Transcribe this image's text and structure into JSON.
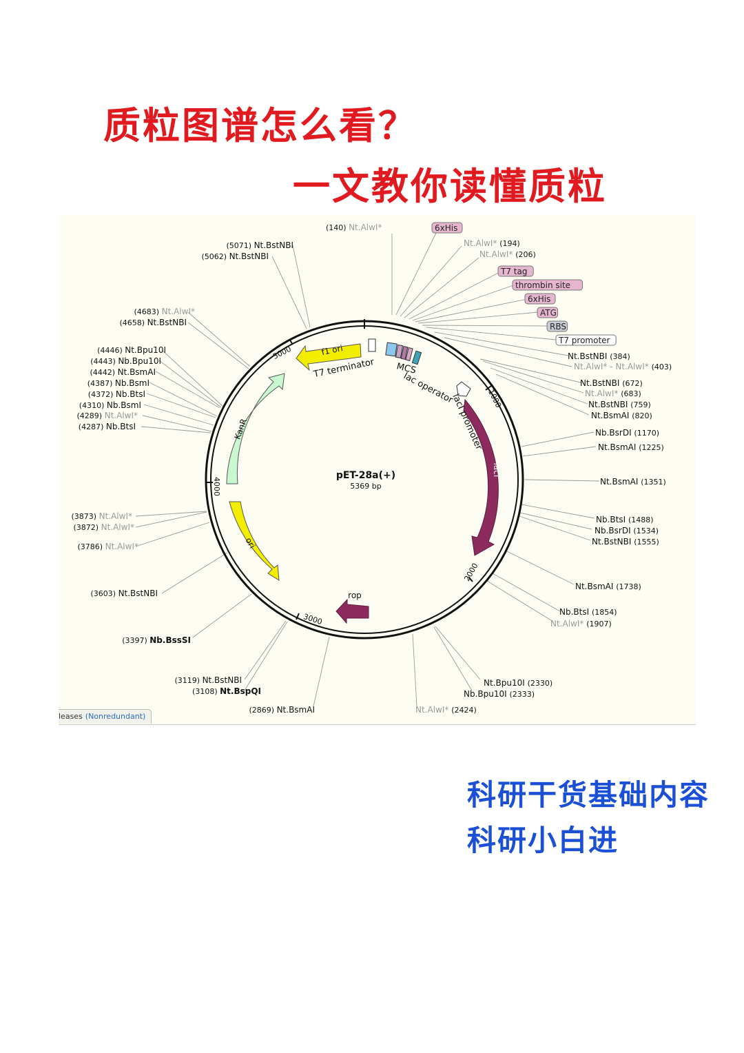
{
  "header": {
    "title": "质粒图谱怎么看？",
    "subtitle": "一文教你读懂质粒"
  },
  "footer": {
    "line1": "科研干货基础内容",
    "line2": "科研小白进"
  },
  "map": {
    "name": "pEt-28a(+)",
    "size_label": "5369 bp",
    "tab_prefix": "leases",
    "tab_link": "(Nonredundant)",
    "ticks": [
      "1000",
      "2000",
      "3000",
      "4000",
      "5000"
    ],
    "features": [
      {
        "label": "f1 ori",
        "color": "#f3ee00"
      },
      {
        "label": "KanR",
        "color": "#c9f7cf"
      },
      {
        "label": "ori",
        "color": "#f3ee00"
      },
      {
        "label": "lacI",
        "color": "#8e2b5e"
      },
      {
        "label": "rop",
        "color": "#8e2b5e"
      },
      {
        "label": "T7 terminator"
      },
      {
        "label": "MCS"
      },
      {
        "label": "lac operator"
      },
      {
        "label": "lacI promoter"
      }
    ],
    "sites": [
      {
        "name": "6xHis",
        "box": "pink"
      },
      {
        "name": "T7 tag",
        "box": "pink"
      },
      {
        "name": "thrombin site",
        "box": "pink"
      },
      {
        "name": "6xHis",
        "box": "pink"
      },
      {
        "name": "ATG",
        "box": "pink"
      },
      {
        "name": "RBS",
        "box": "gray"
      },
      {
        "name": "T7 promoter",
        "box": "white"
      },
      {
        "pos": "(140)",
        "name": "Nt.AlwI*",
        "muted": true
      },
      {
        "pos": "(194)",
        "name": "Nt.AlwI*",
        "muted": true
      },
      {
        "pos": "(206)",
        "name": "Nt.AlwI*",
        "muted": true
      },
      {
        "pos": "(384)",
        "name": "Nt.BstNBI"
      },
      {
        "pos": "(403)",
        "name": "Nt.AlwI* - Nt.AlwI*",
        "muted": true
      },
      {
        "pos": "(672)",
        "name": "Nt.BstNBI"
      },
      {
        "pos": "(683)",
        "name": "Nt.AlwI*",
        "muted": true
      },
      {
        "pos": "(759)",
        "name": "Nt.BstNBI"
      },
      {
        "pos": "(820)",
        "name": "Nt.BsmAI"
      },
      {
        "pos": "(1170)",
        "name": "Nb.BsrDI"
      },
      {
        "pos": "(1225)",
        "name": "Nt.BsmAI"
      },
      {
        "pos": "(1351)",
        "name": "Nt.BsmAI"
      },
      {
        "pos": "(1488)",
        "name": "Nb.BtsI"
      },
      {
        "pos": "(1534)",
        "name": "Nb.BsrDI"
      },
      {
        "pos": "(1555)",
        "name": "Nt.BstNBI"
      },
      {
        "pos": "(1738)",
        "name": "Nt.BsmAI"
      },
      {
        "pos": "(1854)",
        "name": "Nb.BtsI"
      },
      {
        "pos": "(1907)",
        "name": "Nt.AlwI*",
        "muted": true
      },
      {
        "pos": "(2330)",
        "name": "Nt.Bpu10I"
      },
      {
        "pos": "(2333)",
        "name": "Nb.Bpu10I"
      },
      {
        "pos": "(2424)",
        "name": "Nt.AlwI*",
        "muted": true
      },
      {
        "pos": "(2869)",
        "name": "Nt.BsmAI"
      },
      {
        "pos": "(3108)",
        "name": "Nt.BspQI",
        "bold": true
      },
      {
        "pos": "(3119)",
        "name": "Nt.BstNBI"
      },
      {
        "pos": "(3397)",
        "name": "Nb.BssSI",
        "bold": true
      },
      {
        "pos": "(3603)",
        "name": "Nt.BstNBI"
      },
      {
        "pos": "(3786)",
        "name": "Nt.AlwI*",
        "muted": true
      },
      {
        "pos": "(3872)",
        "name": "Nt.AlwI*",
        "muted": true
      },
      {
        "pos": "(3873)",
        "name": "Nt.AlwI*",
        "muted": true
      },
      {
        "pos": "(4287)",
        "name": "Nb.BtsI"
      },
      {
        "pos": "(4289)",
        "name": "Nt.AlwI*",
        "muted": true
      },
      {
        "pos": "(4310)",
        "name": "Nb.BsmI"
      },
      {
        "pos": "(4372)",
        "name": "Nb.BtsI"
      },
      {
        "pos": "(4387)",
        "name": "Nb.BsmI"
      },
      {
        "pos": "(4442)",
        "name": "Nt.BsmAI"
      },
      {
        "pos": "(4443)",
        "name": "Nb.Bpu10I"
      },
      {
        "pos": "(4446)",
        "name": "Nt.Bpu10I"
      },
      {
        "pos": "(4658)",
        "name": "Nt.BstNBI"
      },
      {
        "pos": "(4683)",
        "name": "Nt.AlwI*",
        "muted": true
      },
      {
        "pos": "(5062)",
        "name": "Nt.BstNBI"
      },
      {
        "pos": "(5071)",
        "name": "Nt.BstNBI"
      }
    ]
  }
}
